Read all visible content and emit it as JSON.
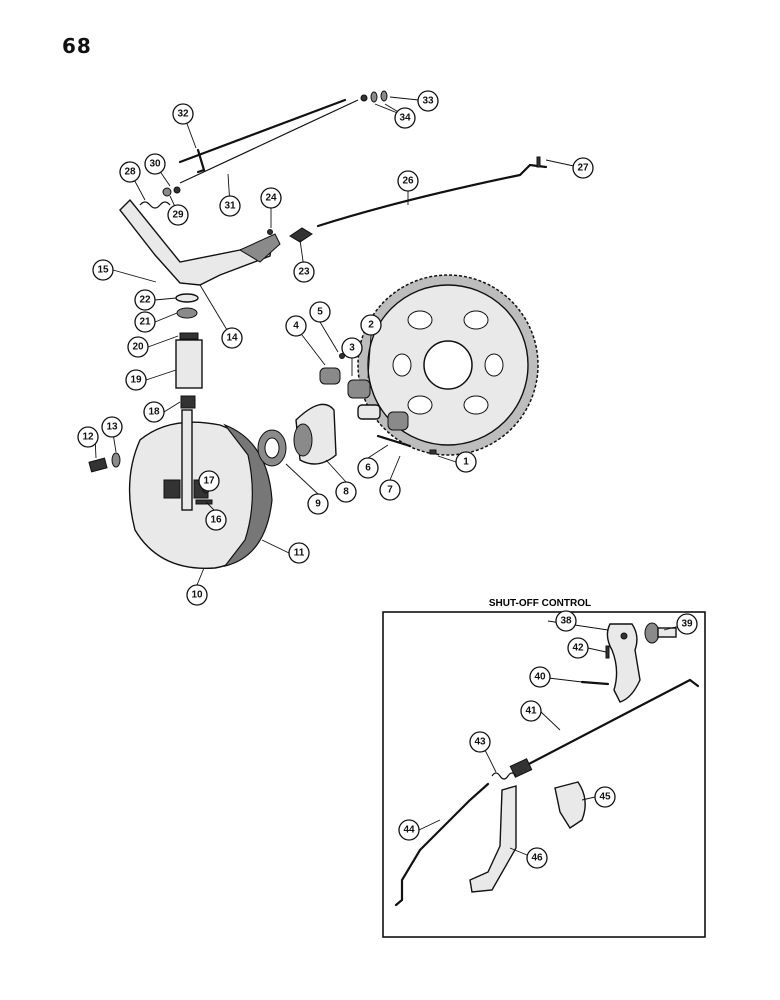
{
  "page_number": "68",
  "inset_title": "SHUT-OFF CONTROL",
  "callouts": {
    "c1": "1",
    "c2": "2",
    "c3": "3",
    "c4": "4",
    "c5": "5",
    "c6": "6",
    "c7": "7",
    "c8": "8",
    "c9": "9",
    "c10": "10",
    "c11": "11",
    "c12": "12",
    "c13": "13",
    "c14": "14",
    "c15": "15",
    "c16": "16",
    "c17": "17",
    "c18": "18",
    "c19": "19",
    "c20": "20",
    "c21": "21",
    "c22": "22",
    "c23": "23",
    "c24": "24",
    "c26": "26",
    "c27": "27",
    "c28": "28",
    "c29": "29",
    "c30": "30",
    "c31": "31",
    "c32": "32",
    "c33": "33",
    "c34": "34",
    "c38": "38",
    "c39": "39",
    "c40": "40",
    "c41": "41",
    "c42": "42",
    "c43": "43",
    "c44": "44",
    "c45": "45",
    "c46": "46"
  }
}
